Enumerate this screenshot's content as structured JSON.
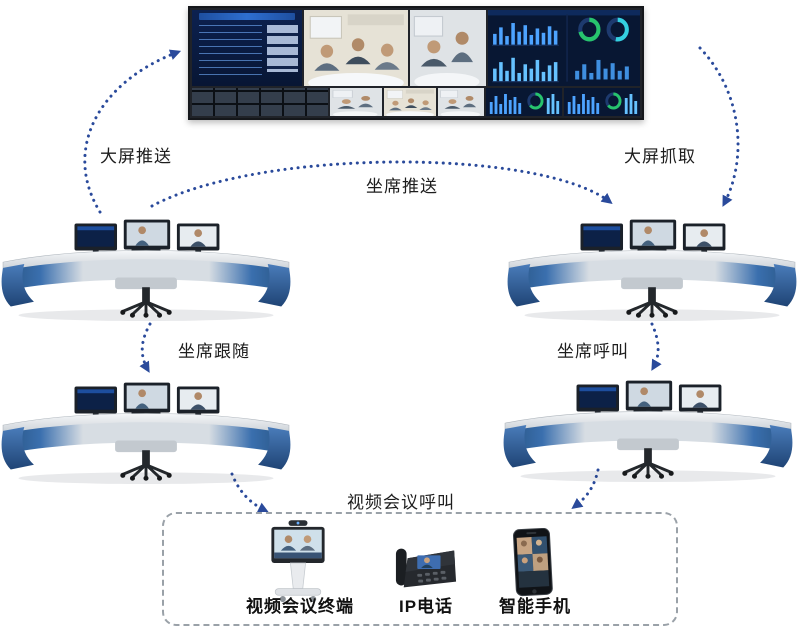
{
  "diagram": {
    "flow_labels": {
      "push_to_wall": "大屏推送",
      "grab_from_wall": "大屏抓取",
      "seat_push": "坐席推送",
      "seat_follow": "坐席跟随",
      "seat_call": "坐席呼叫",
      "video_conference_call": "视频会议呼叫"
    },
    "devices": [
      {
        "icon": "video-conference-cart-icon",
        "label": "视频会议终端"
      },
      {
        "icon": "ip-phone-icon",
        "label": "IP电话"
      },
      {
        "icon": "smartphone-icon",
        "label": "智能手机"
      }
    ],
    "colors": {
      "arrow_blue": "#2a4a9b",
      "console_blue": "#2e5f9e",
      "wall_navy": "#0a1f4e",
      "chart_bar_blue": "#4da3ff",
      "ring_green": "#27c46d"
    }
  }
}
